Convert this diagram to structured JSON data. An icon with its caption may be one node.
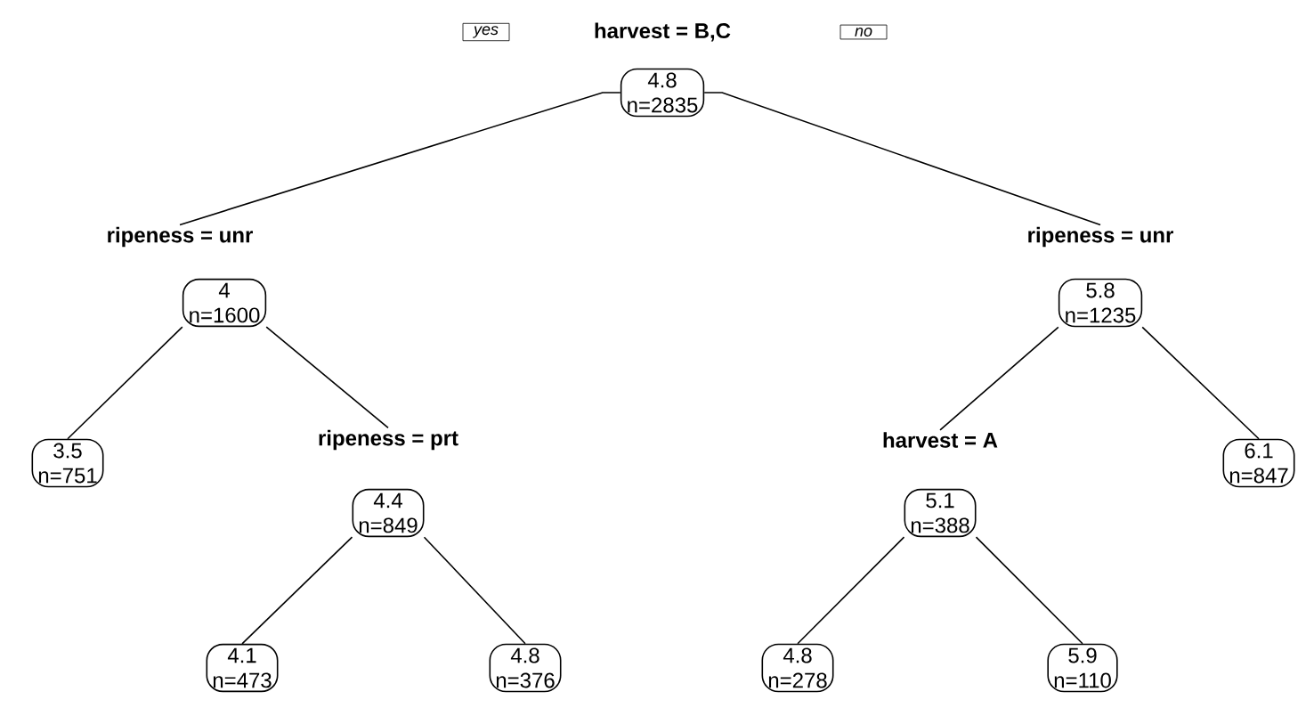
{
  "diagram": {
    "nodes": [
      {
        "text": [
          "harvest = B,C",
          "4.8",
          "n=2835"
        ]
      },
      {
        "text": [
          "ripeness = unr",
          "4",
          "n=1600"
        ]
      },
      {
        "text": [
          "3.5",
          "n=751"
        ]
      },
      {
        "text": [
          "ripeness = prt",
          "4.4",
          "n=849"
        ]
      },
      {
        "text": [
          "4.1",
          "n=473"
        ]
      },
      {
        "text": [
          "4.8",
          "n=376"
        ]
      },
      {
        "text": [
          "ripeness = unr",
          "5.8",
          "n=1235"
        ]
      },
      {
        "text": [
          "harvest = A",
          "5.1",
          "n=388"
        ]
      },
      {
        "text": [
          "4.8",
          "n=278"
        ]
      },
      {
        "text": [
          "5.9",
          "n=110"
        ]
      },
      {
        "text": [
          "6.1",
          "n=847"
        ]
      }
    ],
    "edges": [
      {
        "from": 0,
        "to": 1,
        "arrow": "none"
      },
      {
        "from": 0,
        "to": 6,
        "arrow": "none"
      },
      {
        "from": 1,
        "to": 2,
        "arrow": "none"
      },
      {
        "from": 1,
        "to": 3,
        "arrow": "none"
      },
      {
        "from": 3,
        "to": 4,
        "arrow": "none"
      },
      {
        "from": 3,
        "to": 5,
        "arrow": "none"
      },
      {
        "from": 6,
        "to": 7,
        "arrow": "none"
      },
      {
        "from": 6,
        "to": 10,
        "arrow": "none"
      },
      {
        "from": 7,
        "to": 8,
        "arrow": "none"
      },
      {
        "from": 7,
        "to": 9,
        "arrow": "none"
      }
    ],
    "labels": [
      "yes",
      "no"
    ]
  }
}
